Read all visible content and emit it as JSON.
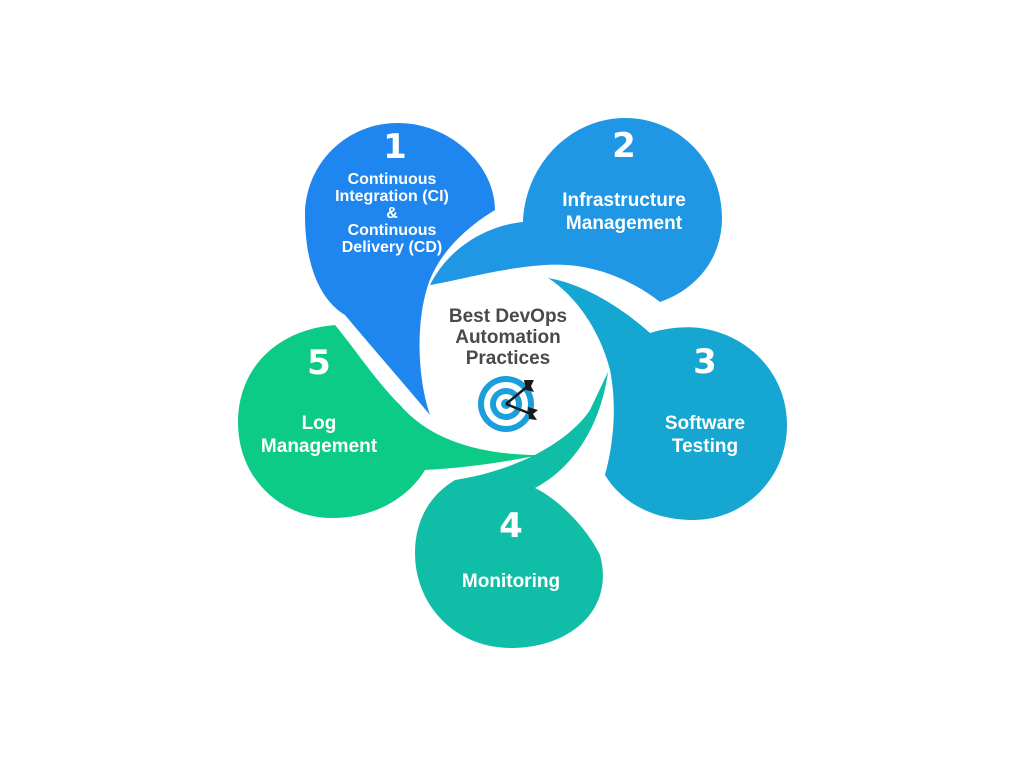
{
  "diagram": {
    "center": {
      "title_lines": [
        "Best DevOps",
        "Automation",
        "Practices"
      ],
      "icon": "target-with-darts-icon"
    },
    "petals": [
      {
        "number": "1",
        "label_lines": [
          "Continuous",
          "Integration (CI)",
          "&",
          "Continuous",
          "Delivery (CD)"
        ],
        "color": "#1f86ef"
      },
      {
        "number": "2",
        "label_lines": [
          "Infrastructure",
          "Management"
        ],
        "color": "#1f97e4"
      },
      {
        "number": "3",
        "label_lines": [
          "Software",
          "Testing"
        ],
        "color": "#16a6d2"
      },
      {
        "number": "4",
        "label_lines": [
          "Monitoring"
        ],
        "color": "#10bea8"
      },
      {
        "number": "5",
        "label_lines": [
          "Log",
          "Management"
        ],
        "color": "#0ccb86"
      }
    ]
  }
}
